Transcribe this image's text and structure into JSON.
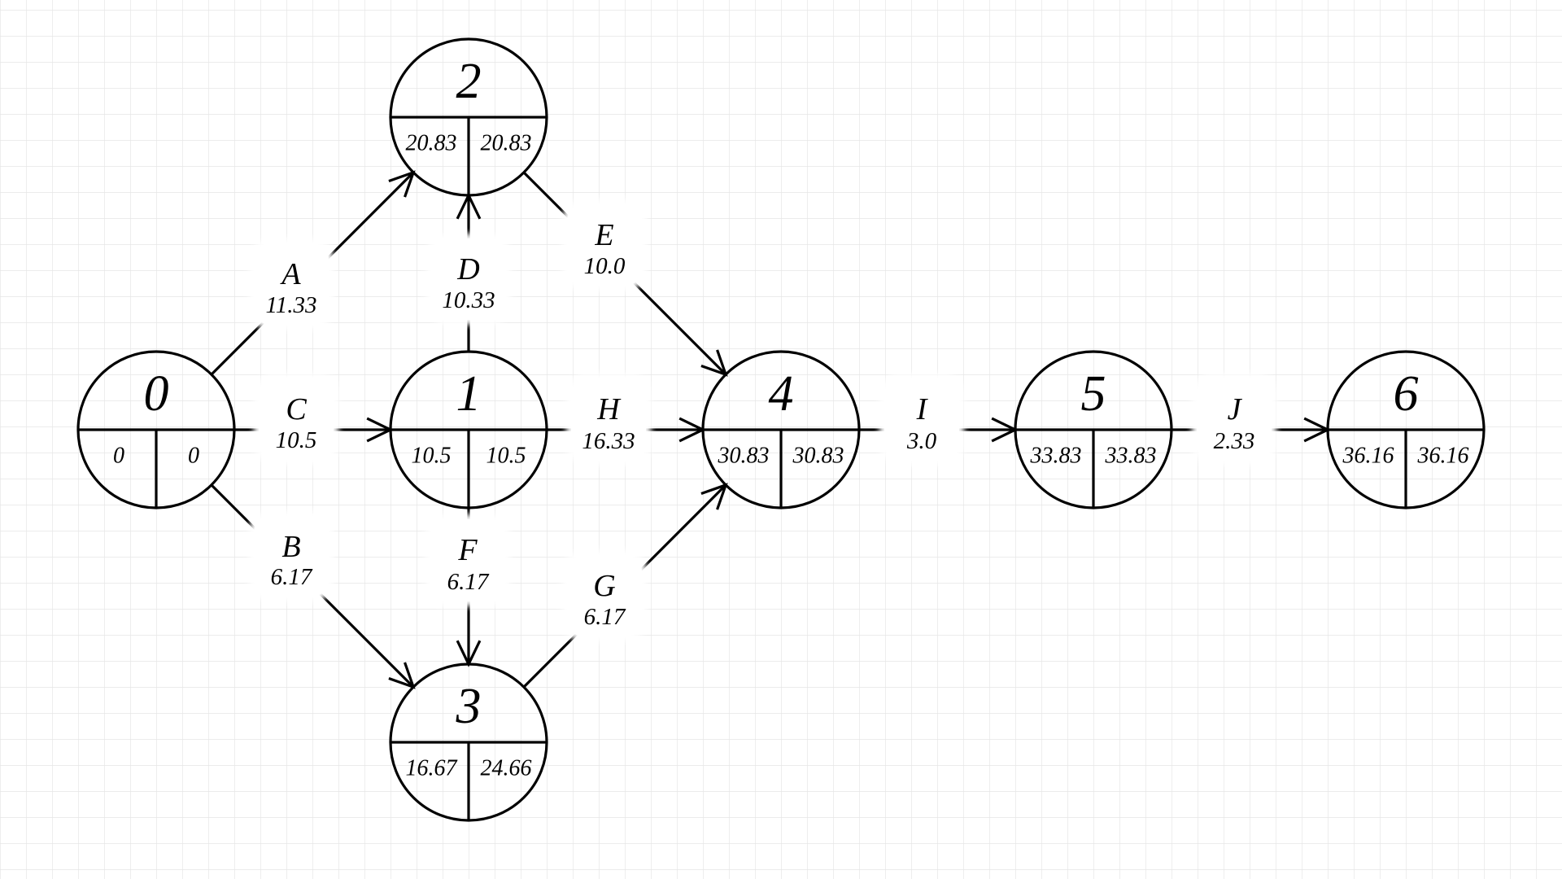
{
  "diagram": {
    "type": "activity-on-arrow network (critical path)",
    "colors": {
      "line": "#000000",
      "grid": "#e6e6e6",
      "background": "#ffffff",
      "label_bg": "#ffffff"
    },
    "nodes": [
      {
        "id": "0",
        "label": "0",
        "earliest": "0",
        "latest": "0"
      },
      {
        "id": "1",
        "label": "1",
        "earliest": "10.5",
        "latest": "10.5"
      },
      {
        "id": "2",
        "label": "2",
        "earliest": "20.83",
        "latest": "20.83"
      },
      {
        "id": "3",
        "label": "3",
        "earliest": "16.67",
        "latest": "24.66"
      },
      {
        "id": "4",
        "label": "4",
        "earliest": "30.83",
        "latest": "30.83"
      },
      {
        "id": "5",
        "label": "5",
        "earliest": "33.83",
        "latest": "33.83"
      },
      {
        "id": "6",
        "label": "6",
        "earliest": "36.16",
        "latest": "36.16"
      }
    ],
    "edges": [
      {
        "name": "A",
        "duration": "11.33",
        "from": "0",
        "to": "2"
      },
      {
        "name": "B",
        "duration": "6.17",
        "from": "0",
        "to": "3"
      },
      {
        "name": "C",
        "duration": "10.5",
        "from": "0",
        "to": "1"
      },
      {
        "name": "D",
        "duration": "10.33",
        "from": "1",
        "to": "2"
      },
      {
        "name": "E",
        "duration": "10.0",
        "from": "2",
        "to": "4"
      },
      {
        "name": "F",
        "duration": "6.17",
        "from": "1",
        "to": "3"
      },
      {
        "name": "G",
        "duration": "6.17",
        "from": "3",
        "to": "4"
      },
      {
        "name": "H",
        "duration": "16.33",
        "from": "1",
        "to": "4"
      },
      {
        "name": "I",
        "duration": "3.0",
        "from": "4",
        "to": "5"
      },
      {
        "name": "J",
        "duration": "2.33",
        "from": "5",
        "to": "6"
      }
    ]
  }
}
